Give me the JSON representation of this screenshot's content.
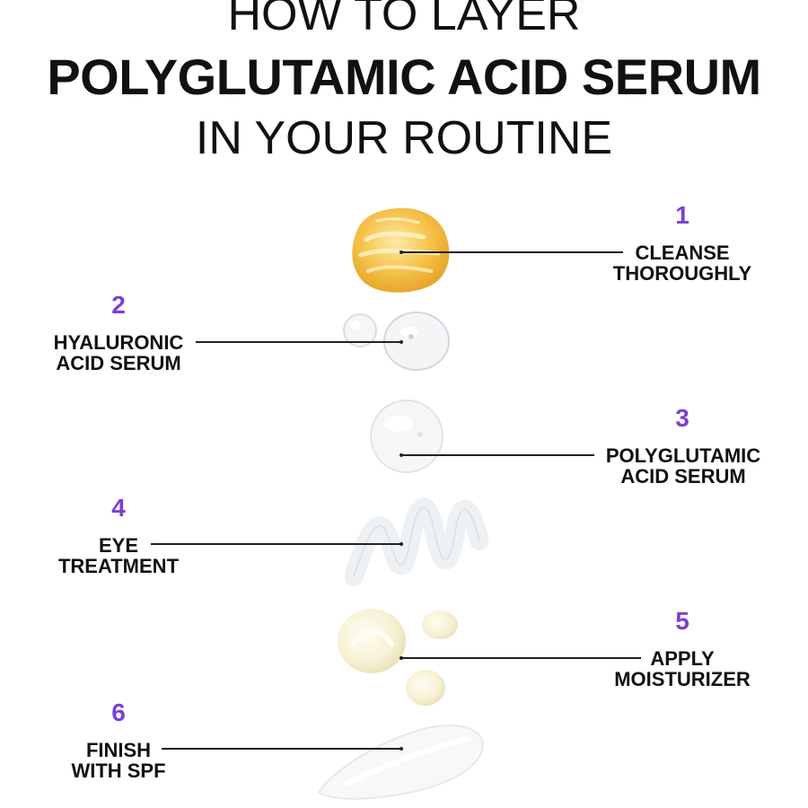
{
  "title": {
    "line1": "HOW TO LAYER",
    "line2": "POLYGLUTAMIC ACID SERUM",
    "line3": "IN YOUR ROUTINE"
  },
  "steps": [
    {
      "number": "1",
      "label_line1": "CLEANSE",
      "label_line2": "THOROUGHLY",
      "swatch": "yellow-cleanser-swirl"
    },
    {
      "number": "2",
      "label_line1": "HYALURONIC",
      "label_line2": "ACID SERUM",
      "swatch": "clear-serum-droplets"
    },
    {
      "number": "3",
      "label_line1": "POLYGLUTAMIC",
      "label_line2": "ACID SERUM",
      "swatch": "clear-serum-drop"
    },
    {
      "number": "4",
      "label_line1": "EYE",
      "label_line2": "TREATMENT",
      "swatch": "clear-gel-squiggle"
    },
    {
      "number": "5",
      "label_line1": "APPLY",
      "label_line2": "MOISTURIZER",
      "swatch": "cream-dollops"
    },
    {
      "number": "6",
      "label_line1": "FINISH",
      "label_line2": "WITH SPF",
      "swatch": "white-lotion-smear"
    }
  ],
  "colors": {
    "accent_number": "#7b3fd6",
    "text": "#111111",
    "connector": "#222222",
    "cleanser": "#f5c24a",
    "cream": "#f6f1d8"
  }
}
